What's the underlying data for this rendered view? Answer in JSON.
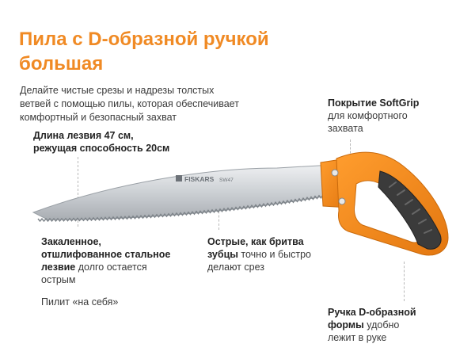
{
  "title": {
    "line1": "Пила с D-образной ручкой",
    "line2": "большая"
  },
  "intro": {
    "line1": "Делайте чистые срезы и надрезы толстых",
    "line2": "ветвей с помощью пилы, которая обеспечивает",
    "line3": "комфортный и безопасный захват"
  },
  "callouts": {
    "length": {
      "line1": "Длина лезвия 47 см,",
      "line2": "режущая способность 20см"
    },
    "softgrip": {
      "bold": "Покрытие SoftGrip",
      "line2": "для комфортного",
      "line3": "захвата"
    },
    "blade": {
      "bold1": "Закаленное,",
      "bold2": "отшлифованное стальное",
      "bold3": "лезвие",
      "rest3": " долго остается",
      "line4": "острым"
    },
    "teeth": {
      "bold1": "Острые, как бритва",
      "bold2": "зубцы",
      "rest2": " точно и быстро",
      "line3": "делают срез"
    },
    "push": {
      "text": "Пилит «на себя»"
    },
    "handle": {
      "bold1": "Ручка D-образной",
      "bold2": "формы",
      "rest2": " удобно",
      "line3": "лежит в руке"
    }
  },
  "blade_marking": {
    "brand": "FISKARS",
    "model": "SW47"
  },
  "colors": {
    "accent": "#f08a24",
    "blade": "#c8ccd0",
    "grip": "#3b3b3b",
    "text": "#333333"
  }
}
